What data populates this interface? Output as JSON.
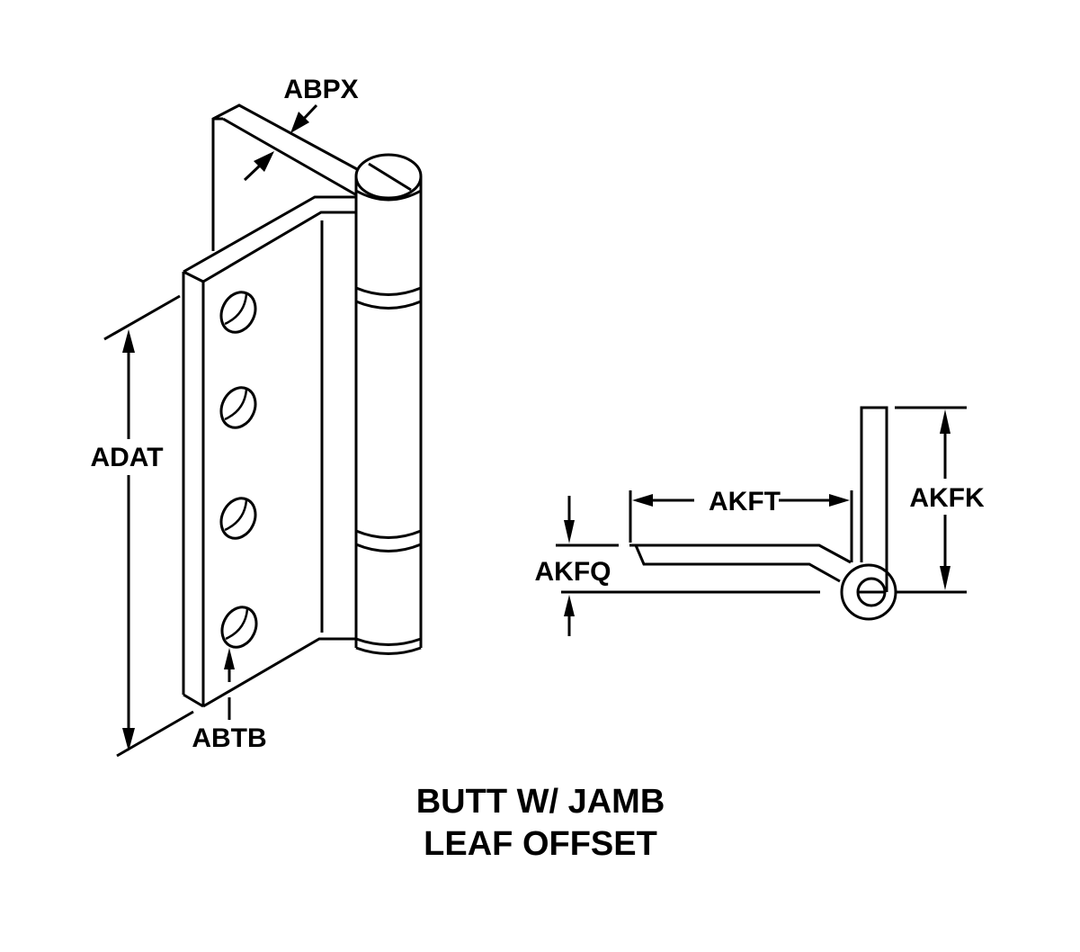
{
  "diagram": {
    "type": "technical-drawing",
    "subject": "hinge",
    "caption": {
      "line1": "BUTT W/ JAMB",
      "line2": "LEAF OFFSET"
    },
    "labels": {
      "abpx": "ABPX",
      "adat": "ADAT",
      "abtb": "ABTB",
      "akft": "AKFT",
      "akfk": "AKFK",
      "akfq": "AKFQ"
    },
    "colors": {
      "ink": "#000000",
      "background": "#ffffff"
    }
  }
}
